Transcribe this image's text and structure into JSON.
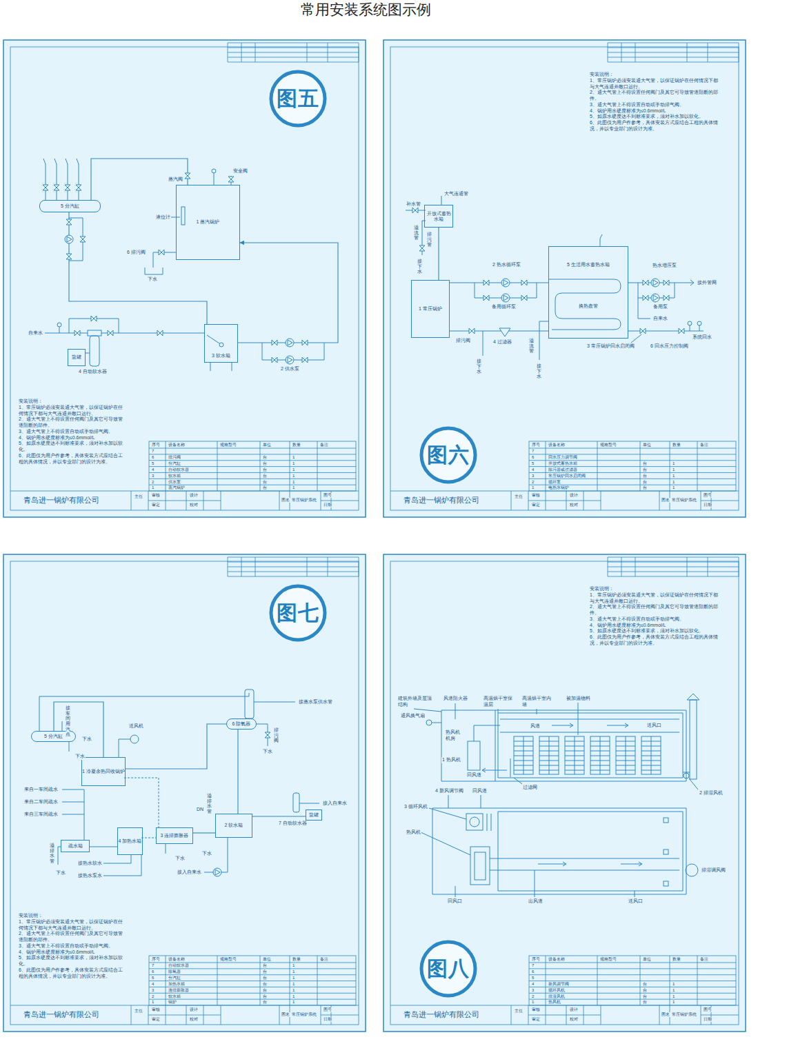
{
  "diagram": {
    "title": "常用安装系统图示例",
    "nodes": [
      {
        "text": [
          "图五"
        ]
      },
      {
        "text": [
          "5 分汽缸"
        ]
      },
      {
        "text": [
          "1 蒸汽锅炉"
        ]
      },
      {
        "text": [
          "3 软水箱"
        ]
      },
      {
        "text": [
          "盐罐"
        ]
      },
      {
        "text": [
          "图六"
        ]
      },
      {
        "text": [
          "开放式蓄热水箱"
        ]
      },
      {
        "text": [
          "1 常压锅炉"
        ]
      },
      {
        "text": [
          "5 生活用水蓄热水箱"
        ]
      },
      {
        "text": [
          "图七"
        ]
      },
      {
        "text": [
          "5 分汽缸"
        ]
      },
      {
        "text": [
          "6 除氧器"
        ]
      },
      {
        "text": [
          "1 冷凝余热回收锅炉"
        ]
      },
      {
        "text": [
          "疏水箱"
        ]
      },
      {
        "text": [
          "4 加热水箱"
        ]
      },
      {
        "text": [
          "3 连排膨胀器"
        ]
      },
      {
        "text": [
          "2 软水箱"
        ]
      },
      {
        "text": [
          "盐罐"
        ]
      },
      {
        "text": [
          "图八"
        ]
      }
    ],
    "edges": [
      {
        "from": 2,
        "to": 1,
        "arrow": "none"
      },
      {
        "from": 3,
        "to": 2,
        "arrow": "to"
      },
      {
        "from": 1,
        "to": 3,
        "arrow": "none"
      },
      {
        "from": 6,
        "to": 7,
        "arrow": "none"
      },
      {
        "from": 7,
        "to": 8,
        "arrow": "none"
      },
      {
        "from": 8,
        "to": 7,
        "arrow": "none"
      },
      {
        "from": 16,
        "to": 11,
        "arrow": "none"
      },
      {
        "from": 11,
        "to": 12,
        "arrow": "none"
      },
      {
        "from": 12,
        "to": 10,
        "arrow": "none"
      },
      {
        "from": 13,
        "to": 14,
        "arrow": "none"
      },
      {
        "from": 15,
        "to": 16,
        "arrow": "none"
      },
      {
        "from": 17,
        "to": 16,
        "arrow": "none"
      }
    ],
    "labels": [
      "蒸汽阀",
      "安全阀",
      "液位计",
      "6 排污阀",
      "下水",
      "自来水",
      "4 自动软水器",
      "2 供水泵",
      "安装说明：",
      "1、常压锅炉必须安装通大气管，以保证锅炉在任何情况下都与大气连通并敞口运行。",
      "2、通大气管上不得设置任何阀门及其它可导致管道阻断的部件。",
      "3、通大气管上不得设置自动或手动排气阀。",
      "4、锅炉用水硬度标准为≤0.6mmol/L",
      "5、如原水硬度达不到标准要求，须对补水加以软化。",
      "6、此图仅为用户作参考，具体安装方式应结合工程的具体情况，并以专业部门的设计为准。",
      "序号",
      "设备名称",
      "规格型号",
      "单位",
      "数量",
      "备注",
      "7",
      "6",
      "排污阀",
      "台",
      "1",
      "5",
      "分汽缸",
      "台",
      "1",
      "4",
      "自动软水器",
      "台",
      "1",
      "3",
      "软水箱",
      "台",
      "1",
      "2",
      "供水泵",
      "台",
      "1",
      "1",
      "蒸汽锅炉",
      "台",
      "1",
      "青岛进一锅炉有限公司",
      "主任",
      "审核",
      "审定",
      "设计",
      "校对",
      "图名",
      "常压锅炉系统",
      "图号",
      "日期",
      "大气连通管",
      "补水管",
      "溢流管",
      "排污管",
      "接下水",
      "2 热水循环泵",
      "备用循环泵",
      "排污阀",
      "4 过滤器",
      "溢流管",
      "接下水",
      "接下水",
      "换热盘管",
      "热水增压泵",
      "备用泵",
      "自来水",
      "接外管网",
      "系统回水",
      "3 常压锅炉回水启闭阀",
      "6 回水压力控制阀",
      "安装说明：",
      "1、常压锅炉必须安装通大气管，以保证锅炉在任何情况下都与大气连通并敞口运行。",
      "2、通大气管上不得设置任何阀门及其它可导致管道阻断的部件。",
      "3、通大气管上不得设置自动或手动排气阀。",
      "4、锅炉用水硬度标准为≤0.6mmol/L",
      "5、如原水硬度达不到标准要求，须对补水加以软化。",
      "6、此图仅为用户作参考，具体安装方式应结合工程的具体情况，并以专业部门的设计为准。",
      "序号",
      "设备名称",
      "规格型号",
      "单位",
      "数量",
      "备注",
      "7",
      "6",
      "回水压力调节阀",
      "5",
      "开放式蓄热水箱",
      "台",
      "1",
      "4",
      "除污器或过滤器",
      "台",
      "1",
      "3",
      "常压锅炉回水启闭阀",
      "台",
      "1",
      "2",
      "循环泵",
      "台",
      "1",
      "1",
      "电热水锅炉",
      "台",
      "1",
      "青岛进一锅炉有限公司",
      "主任",
      "审核",
      "审定",
      "设计",
      "校对",
      "图名",
      "常压锅炉系统",
      "图号",
      "日期",
      "接车间用汽点",
      "送风机",
      "下水",
      "下水",
      "排污阀",
      "下水",
      "接蒸水泵供水管",
      "来自一车间疏水",
      "来自二车间疏水",
      "来自三车间疏水",
      "溢排水管",
      "下水",
      "接热水软水",
      "接热水泵水",
      "接入自来水",
      "接入自来水",
      "7 自动软水器",
      "DN",
      "溢排水管",
      "下水",
      "下水",
      "安装说明：",
      "1、常压锅炉必须安装通大气管，以保证锅炉在任何情况下都与大气连通并敞口运行。",
      "2、通大气管上不得设置任何阀门及其它可导致管道阻断的部件。",
      "3、通大气管上不得设置自动或手动排气阀。",
      "4、锅炉用水硬度标准为≤0.6mmol/L",
      "5、如原水硬度达不到标准要求，须对补水加以软化。",
      "6、此图仅为用户作参考，具体安装方式应结合工程的具体情况，并以专业部门的设计为准。",
      "序号",
      "设备名称",
      "规格型号",
      "单位",
      "数量",
      "备注",
      "7",
      "自动软水器",
      "台",
      "1",
      "6",
      "除氧器",
      "台",
      "1",
      "5",
      "分汽缸",
      "台",
      "1",
      "4",
      "加热水箱",
      "台",
      "1",
      "3",
      "连排膨胀器",
      "台",
      "1",
      "2",
      "软水箱",
      "台",
      "1",
      "1",
      "锅炉",
      "台",
      "1",
      "青岛进一锅炉有限公司",
      "主任",
      "审核",
      "审定",
      "设计",
      "校对",
      "图名",
      "常压锅炉系统",
      "图号",
      "日期",
      "建筑外墙及屋顶结构",
      "风道阻火器",
      "高温烘干室保温层",
      "高温烘干室内墙",
      "被加温物料",
      "通风换气扇",
      "热风机机房",
      "1 热风机",
      "风道",
      "送风口",
      "回风道",
      "过滤网",
      "2 排湿风机",
      "4 新风调节阀",
      "回风道",
      "3 循环风机",
      "热风机",
      "排湿调风阀",
      "回风口",
      "出风道",
      "送风口",
      "安装说明：",
      "1、常压锅炉必须安装通大气管，以保证锅炉在任何情况下都与大气连通并敞口运行。",
      "2、通大气管上不得设置任何阀门及其它可导致管道阻断的部件。",
      "3、通大气管上不得设置自动或手动排气阀。",
      "4、锅炉用水硬度标准为≤0.6mmol/L",
      "5、如原水硬度达不到标准要求，须对补水加以软化。",
      "6、此图仅为用户作参考，具体安装方式应结合工程的具体情况，并以专业部门的设计为准。",
      "序号",
      "设备名称",
      "规格型号",
      "单位",
      "数量",
      "备注",
      "7",
      "6",
      "5",
      "4",
      "新风调节阀",
      "台",
      "1",
      "3",
      "循环风机",
      "台",
      "1",
      "2",
      "排湿风机",
      "台",
      "1",
      "1",
      "热风机",
      "台",
      "1",
      "青岛进一锅炉有限公司",
      "主任",
      "审核",
      "审定",
      "设计",
      "校对",
      "图名",
      "常压锅炉系统",
      "图号",
      "日期"
    ]
  }
}
